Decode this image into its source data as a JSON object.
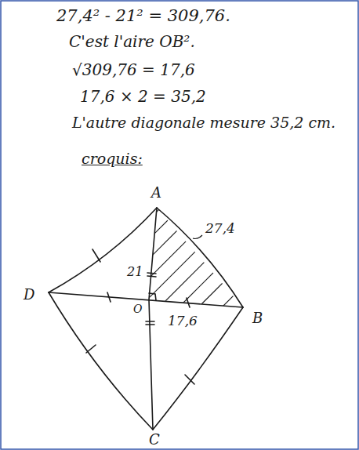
{
  "diagram": {
    "labels": [
      "27,4² - 21² = 309,76.",
      "C'est l'aire OB².",
      "√309,76 = 17,6",
      "17,6 × 2 = 35,2",
      "L'autre diagonale mesure 35,2 cm.",
      "croquis:",
      "A",
      "B",
      "C",
      "D",
      "O",
      "27,4",
      "21",
      "17,6"
    ]
  }
}
